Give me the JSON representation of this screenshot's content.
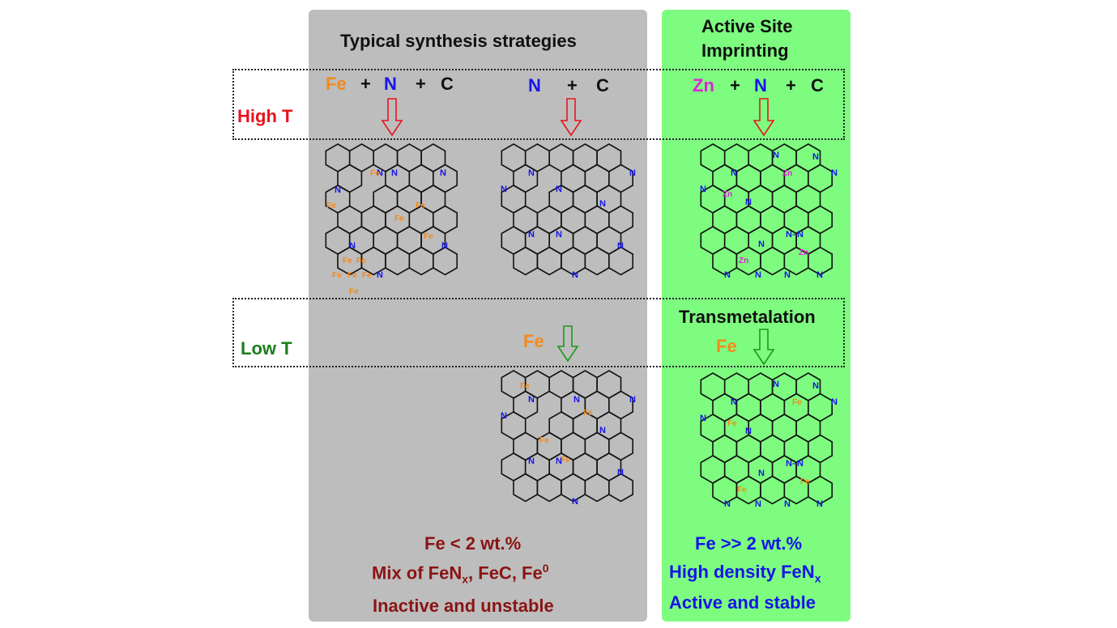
{
  "panels": {
    "typical": {
      "title": "Typical synthesis strategies",
      "color": "#bdbdbd"
    },
    "imprinting": {
      "title_line1": "Active Site",
      "title_line2": "Imprinting",
      "color": "#7dfc7f"
    }
  },
  "conditions": {
    "high_t": {
      "label": "High T",
      "color": "#e8141e"
    },
    "low_t": {
      "label": "Low T",
      "color": "#1a7d1a"
    }
  },
  "reactants": {
    "col1": {
      "metal": "Fe",
      "plus1": "+",
      "n": "N",
      "plus2": "+",
      "c": "C"
    },
    "col2": {
      "n": "N",
      "plus": "+",
      "c": "C"
    },
    "col3": {
      "metal": "Zn",
      "plus1": "+",
      "n": "N",
      "plus2": "+",
      "c": "C"
    }
  },
  "transmetalation": {
    "label": "Transmetalation",
    "fe_col2": "Fe",
    "fe_col3": "Fe"
  },
  "atom_labels": {
    "fe": "Fe",
    "n": "N",
    "zn": "Zn",
    "nn": "N–N"
  },
  "results": {
    "typical": {
      "line1": "Fe < 2 wt.%",
      "line2_pre": "Mix of FeN",
      "line2_sub": "x",
      "line2_mid": ", FeC, Fe",
      "line2_sup": "0",
      "line3": "Inactive and unstable"
    },
    "imprinting": {
      "line1": "Fe >> 2 wt.%",
      "line2_pre": "High density FeN",
      "line2_sub": "x",
      "line3": "Active and stable"
    }
  },
  "colors": {
    "fe": "#f28a1c",
    "n": "#1515e8",
    "zn": "#e021d8",
    "arrow_red": "#e8141e",
    "arrow_green": "#1a9a1a"
  }
}
